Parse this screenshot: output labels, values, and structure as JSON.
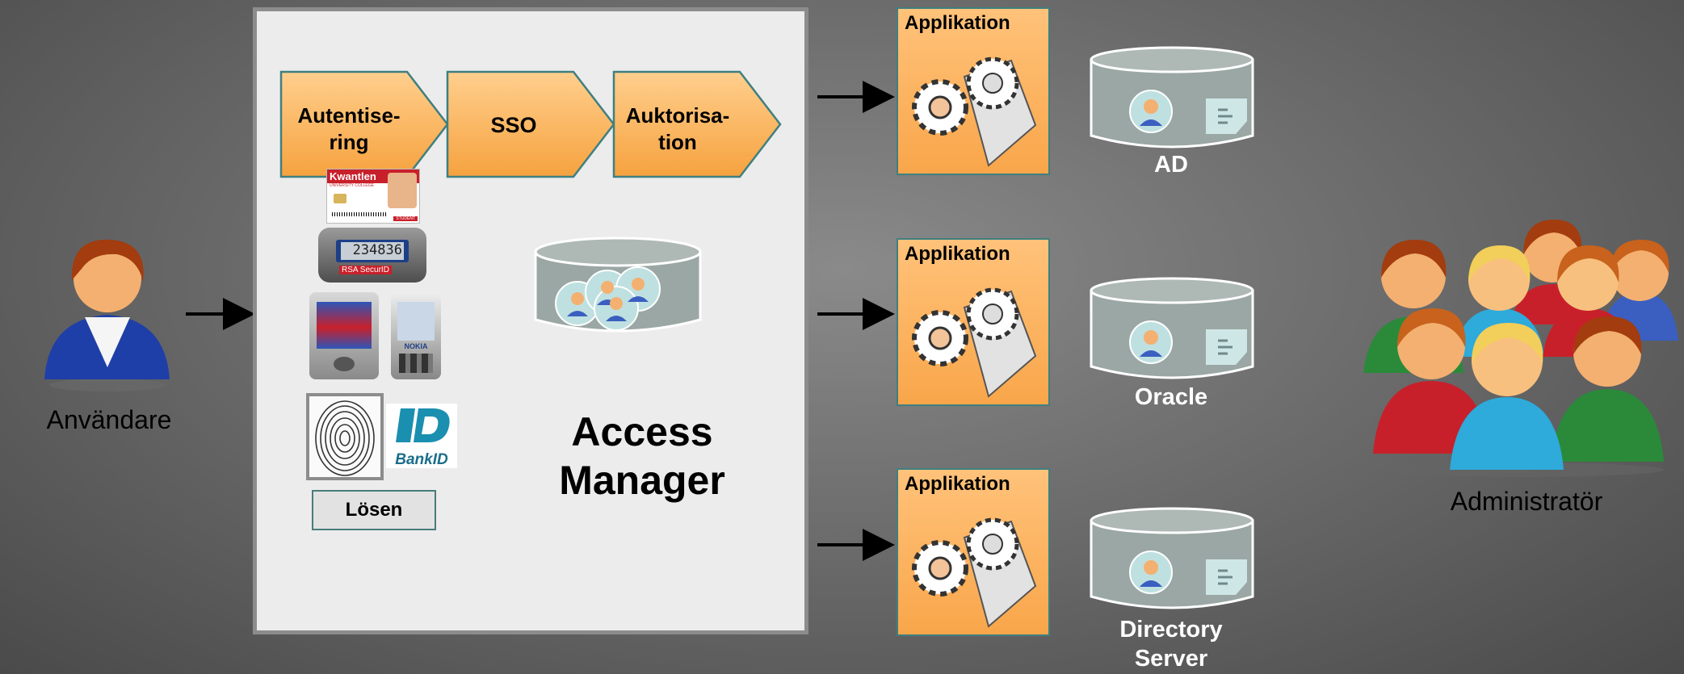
{
  "user": {
    "label": "Användare"
  },
  "admin": {
    "label": "Administratör"
  },
  "access_manager": {
    "title_line1": "Access",
    "title_line2": "Manager",
    "steps": [
      {
        "line1": "Autentise-",
        "line2": "ring"
      },
      {
        "line1": "SSO",
        "line2": ""
      },
      {
        "line1": "Auktorisa-",
        "line2": "tion"
      }
    ],
    "methods": {
      "card_brand": "Kwantlen",
      "card_sub": "UNIVERSITY COLLEGE",
      "card_tag": "STUDENT",
      "token_display": "234836",
      "token_brand": "RSA SecurID",
      "phone_brand": "NOKIA",
      "bankid_text": "BankID",
      "password_label": "Lösen"
    }
  },
  "applications": [
    {
      "label": "Applikation"
    },
    {
      "label": "Applikation"
    },
    {
      "label": "Applikation"
    }
  ],
  "directories": [
    {
      "line1": "AD",
      "line2": ""
    },
    {
      "line1": "Oracle",
      "line2": ""
    },
    {
      "line1": "Directory",
      "line2": "Server"
    }
  ],
  "colors": {
    "arrow_fill": "#fbb565",
    "arrow_stroke": "#3f7f80",
    "app_fill": "#f9a64a",
    "db_fill": "#9aa7a4",
    "am_box": "#ececec"
  }
}
